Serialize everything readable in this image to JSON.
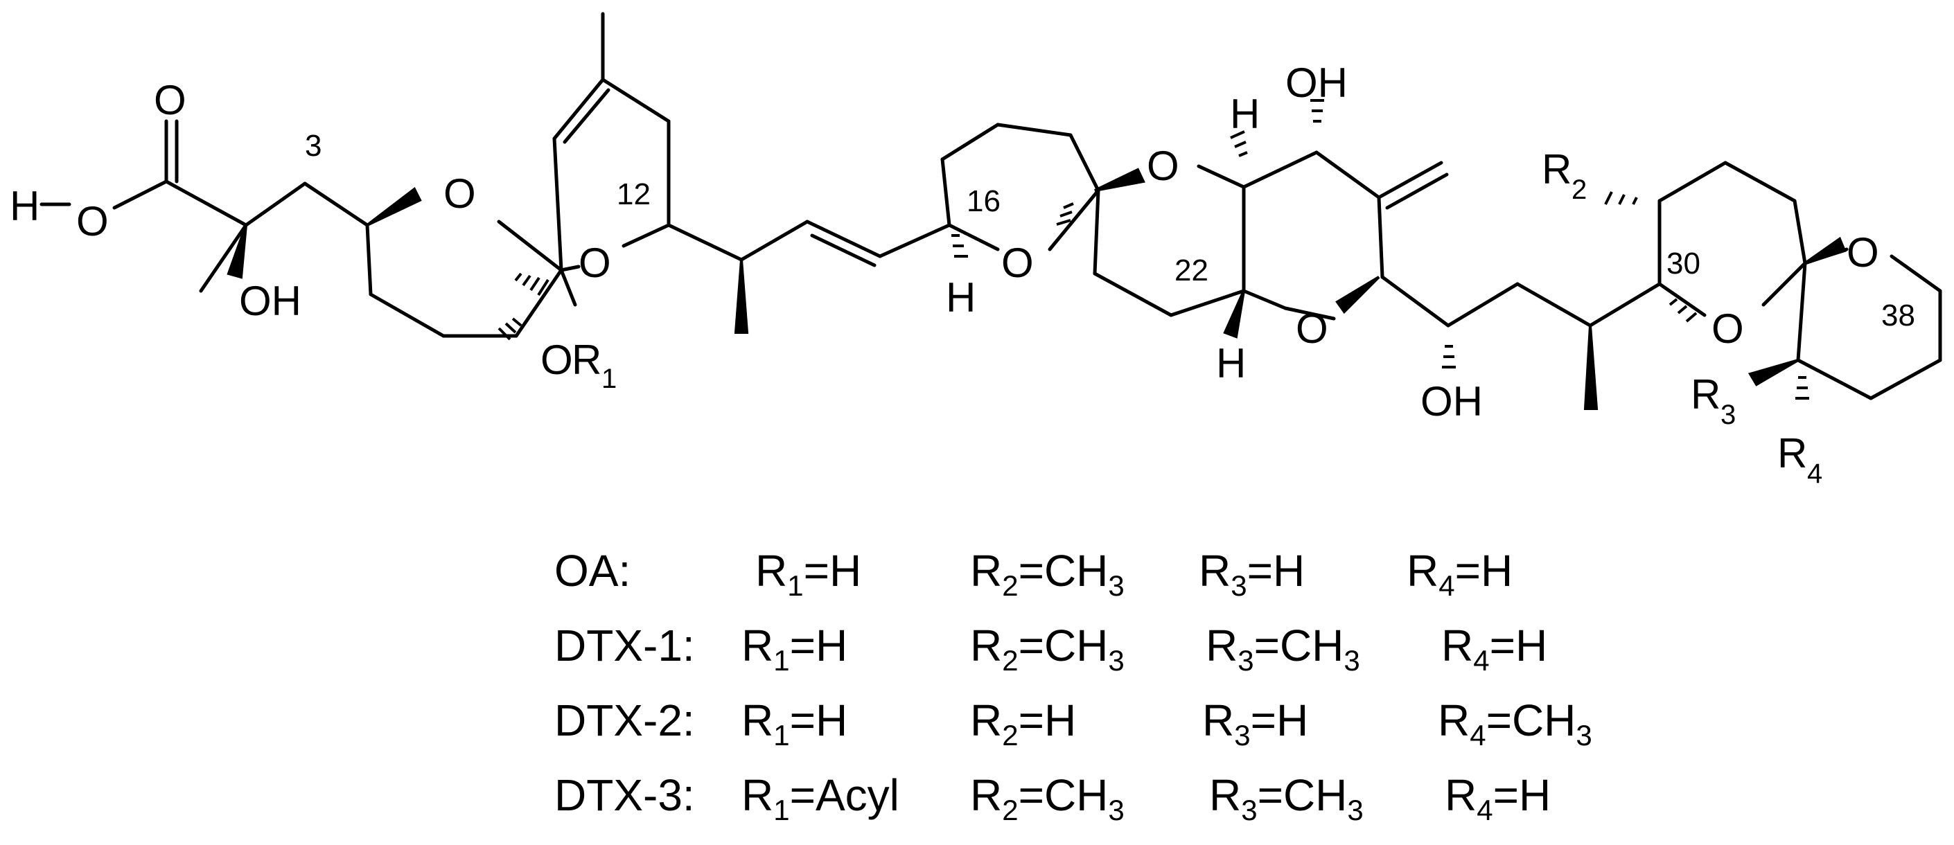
{
  "structure": {
    "atoms": {
      "acid_h": "H",
      "acid_o": "O",
      "carbonyl_o": "O",
      "c2_oh": "OH",
      "ring_a_o": "O",
      "ring_b_o": "O",
      "or1_o": "O",
      "or1_r": "R",
      "or1_sub": "1",
      "ring_c_o": "O",
      "h16": "H",
      "ring_d_o": "O",
      "h_top": "H",
      "oh_top": "OH",
      "ring_e_o": "O",
      "h_bottom": "H",
      "oh_mid": "OH",
      "r2": "R",
      "r2_sub": "2",
      "ring_f_o": "O",
      "ring_g_o": "O",
      "r3": "R",
      "r3_sub": "3",
      "r4": "R",
      "r4_sub": "4"
    },
    "numbers": {
      "c3": "3",
      "c12": "12",
      "c16": "16",
      "c22": "22",
      "c30": "30",
      "c38": "38"
    }
  },
  "legend": [
    {
      "name": "OA:",
      "r1": "H",
      "r2": "CH",
      "r2_sub": "3",
      "r3": "H",
      "r3_sub": "",
      "r4": "H",
      "r4_sub": ""
    },
    {
      "name": "DTX-1:",
      "r1": "H",
      "r2": "CH",
      "r2_sub": "3",
      "r3": "CH",
      "r3_sub": "3",
      "r4": "H",
      "r4_sub": ""
    },
    {
      "name": "DTX-2:",
      "r1": "H",
      "r2": "H",
      "r2_sub": "",
      "r3": "H",
      "r3_sub": "",
      "r4": "CH",
      "r4_sub": "3"
    },
    {
      "name": "DTX-3:",
      "r1": "Acyl",
      "r2": "CH",
      "r2_sub": "3",
      "r3": "CH",
      "r3_sub": "3",
      "r4": "H",
      "r4_sub": ""
    }
  ],
  "legend_labels": {
    "r1_prefix": "R",
    "r1_sub": "1",
    "r2_prefix": "R",
    "r2_sub": "2",
    "r3_prefix": "R",
    "r3_sub": "3",
    "r4_prefix": "R",
    "r4_sub": "4",
    "equals": "="
  }
}
